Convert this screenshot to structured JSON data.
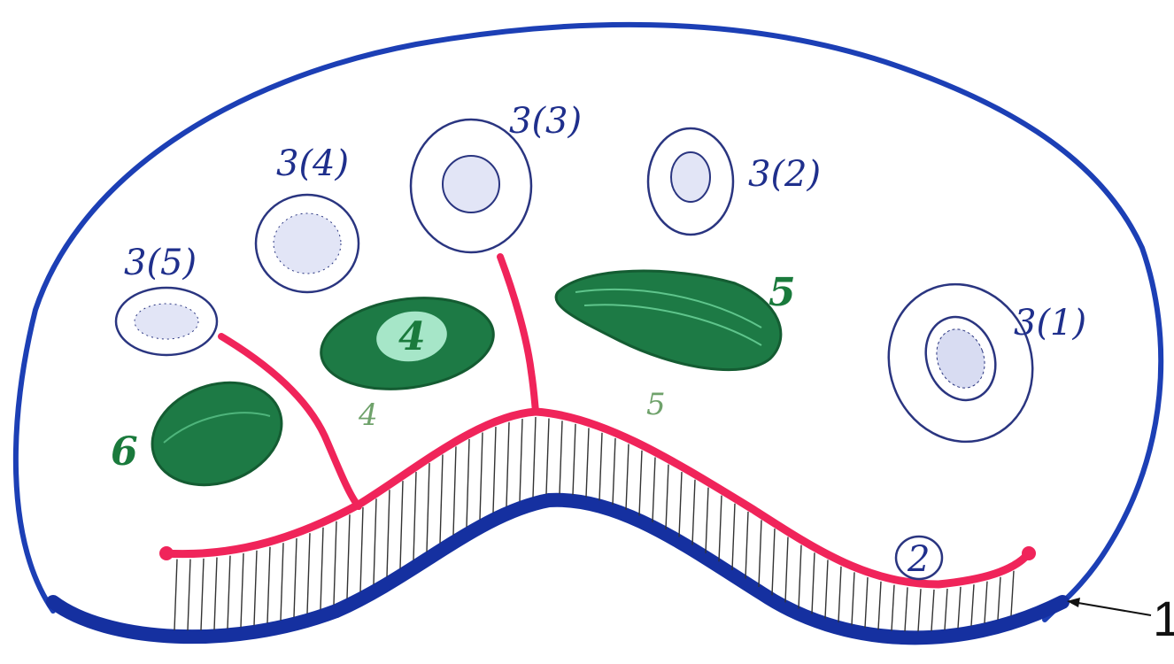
{
  "labels": {
    "vacuole_1": "3(1)",
    "vacuole_2": "3(2)",
    "vacuole_3": "3(3)",
    "vacuole_4": "3(4)",
    "vacuole_5": "3(5)",
    "chloro_5": "5",
    "chloro_4": "4",
    "chloro_4_sub": "4",
    "chloro_5_sub": "5",
    "chloro_6": "6",
    "membrane": "2",
    "pointer": "1"
  },
  "colors": {
    "outline": "#1c3fb5",
    "outline_thick": "#1530a0",
    "canal": "#f0245a",
    "chloroplast": "#1d7a45",
    "chloroplast_light": "#a6e6c8",
    "vacuole_stroke": "#2a3580",
    "pointer": "#111111"
  }
}
